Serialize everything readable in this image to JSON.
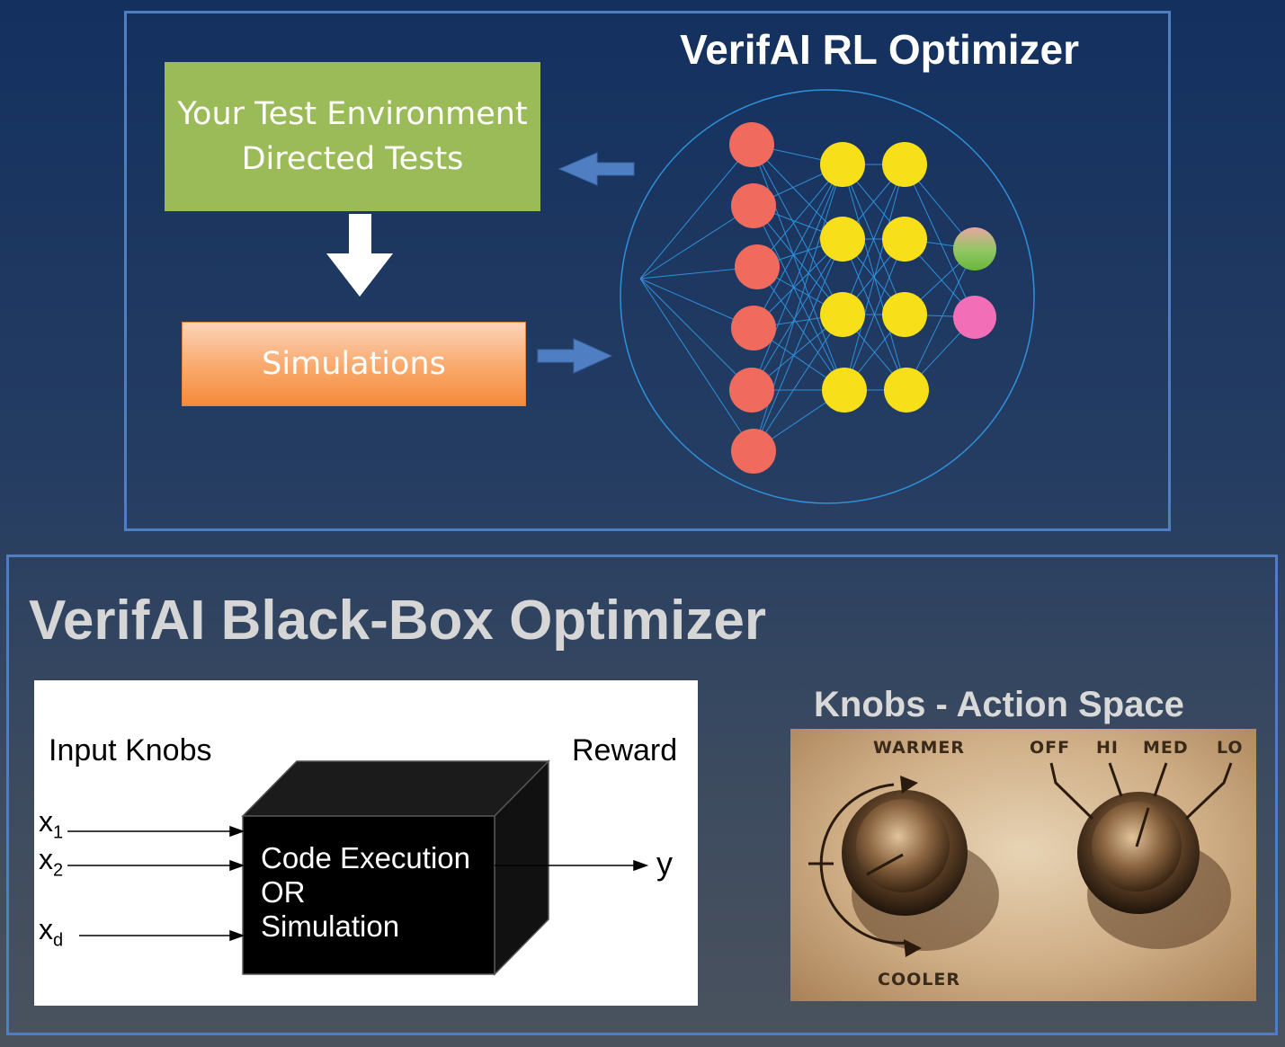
{
  "rl_optimizer": {
    "title": "VerifAI RL Optimizer",
    "test_env_line1": "Your Test Environment",
    "test_env_line2": "Directed Tests",
    "simulations": "Simulations"
  },
  "blackbox_optimizer": {
    "title": "VerifAI Black-Box Optimizer",
    "input_knobs": "Input Knobs",
    "reward": "Reward",
    "x1_base": "x",
    "x1_sub": "1",
    "x2_base": "x",
    "x2_sub": "2",
    "xd_base": "x",
    "xd_sub": "d",
    "output": "y",
    "code_line1": "Code Execution",
    "code_line2": "OR",
    "code_line3": "Simulation"
  },
  "knobs": {
    "title": "Knobs - Action Space",
    "warmer": "WARMER",
    "cooler": "COOLER",
    "off": "OFF",
    "hi": "HI",
    "med": "MED",
    "lo": "LO"
  },
  "colors": {
    "input_node": "#f06a5e",
    "hidden_node": "#f7e01a",
    "output_node_1": "#8fc760",
    "output_node_2": "#f26fb8",
    "link": "#2f8fd8"
  }
}
